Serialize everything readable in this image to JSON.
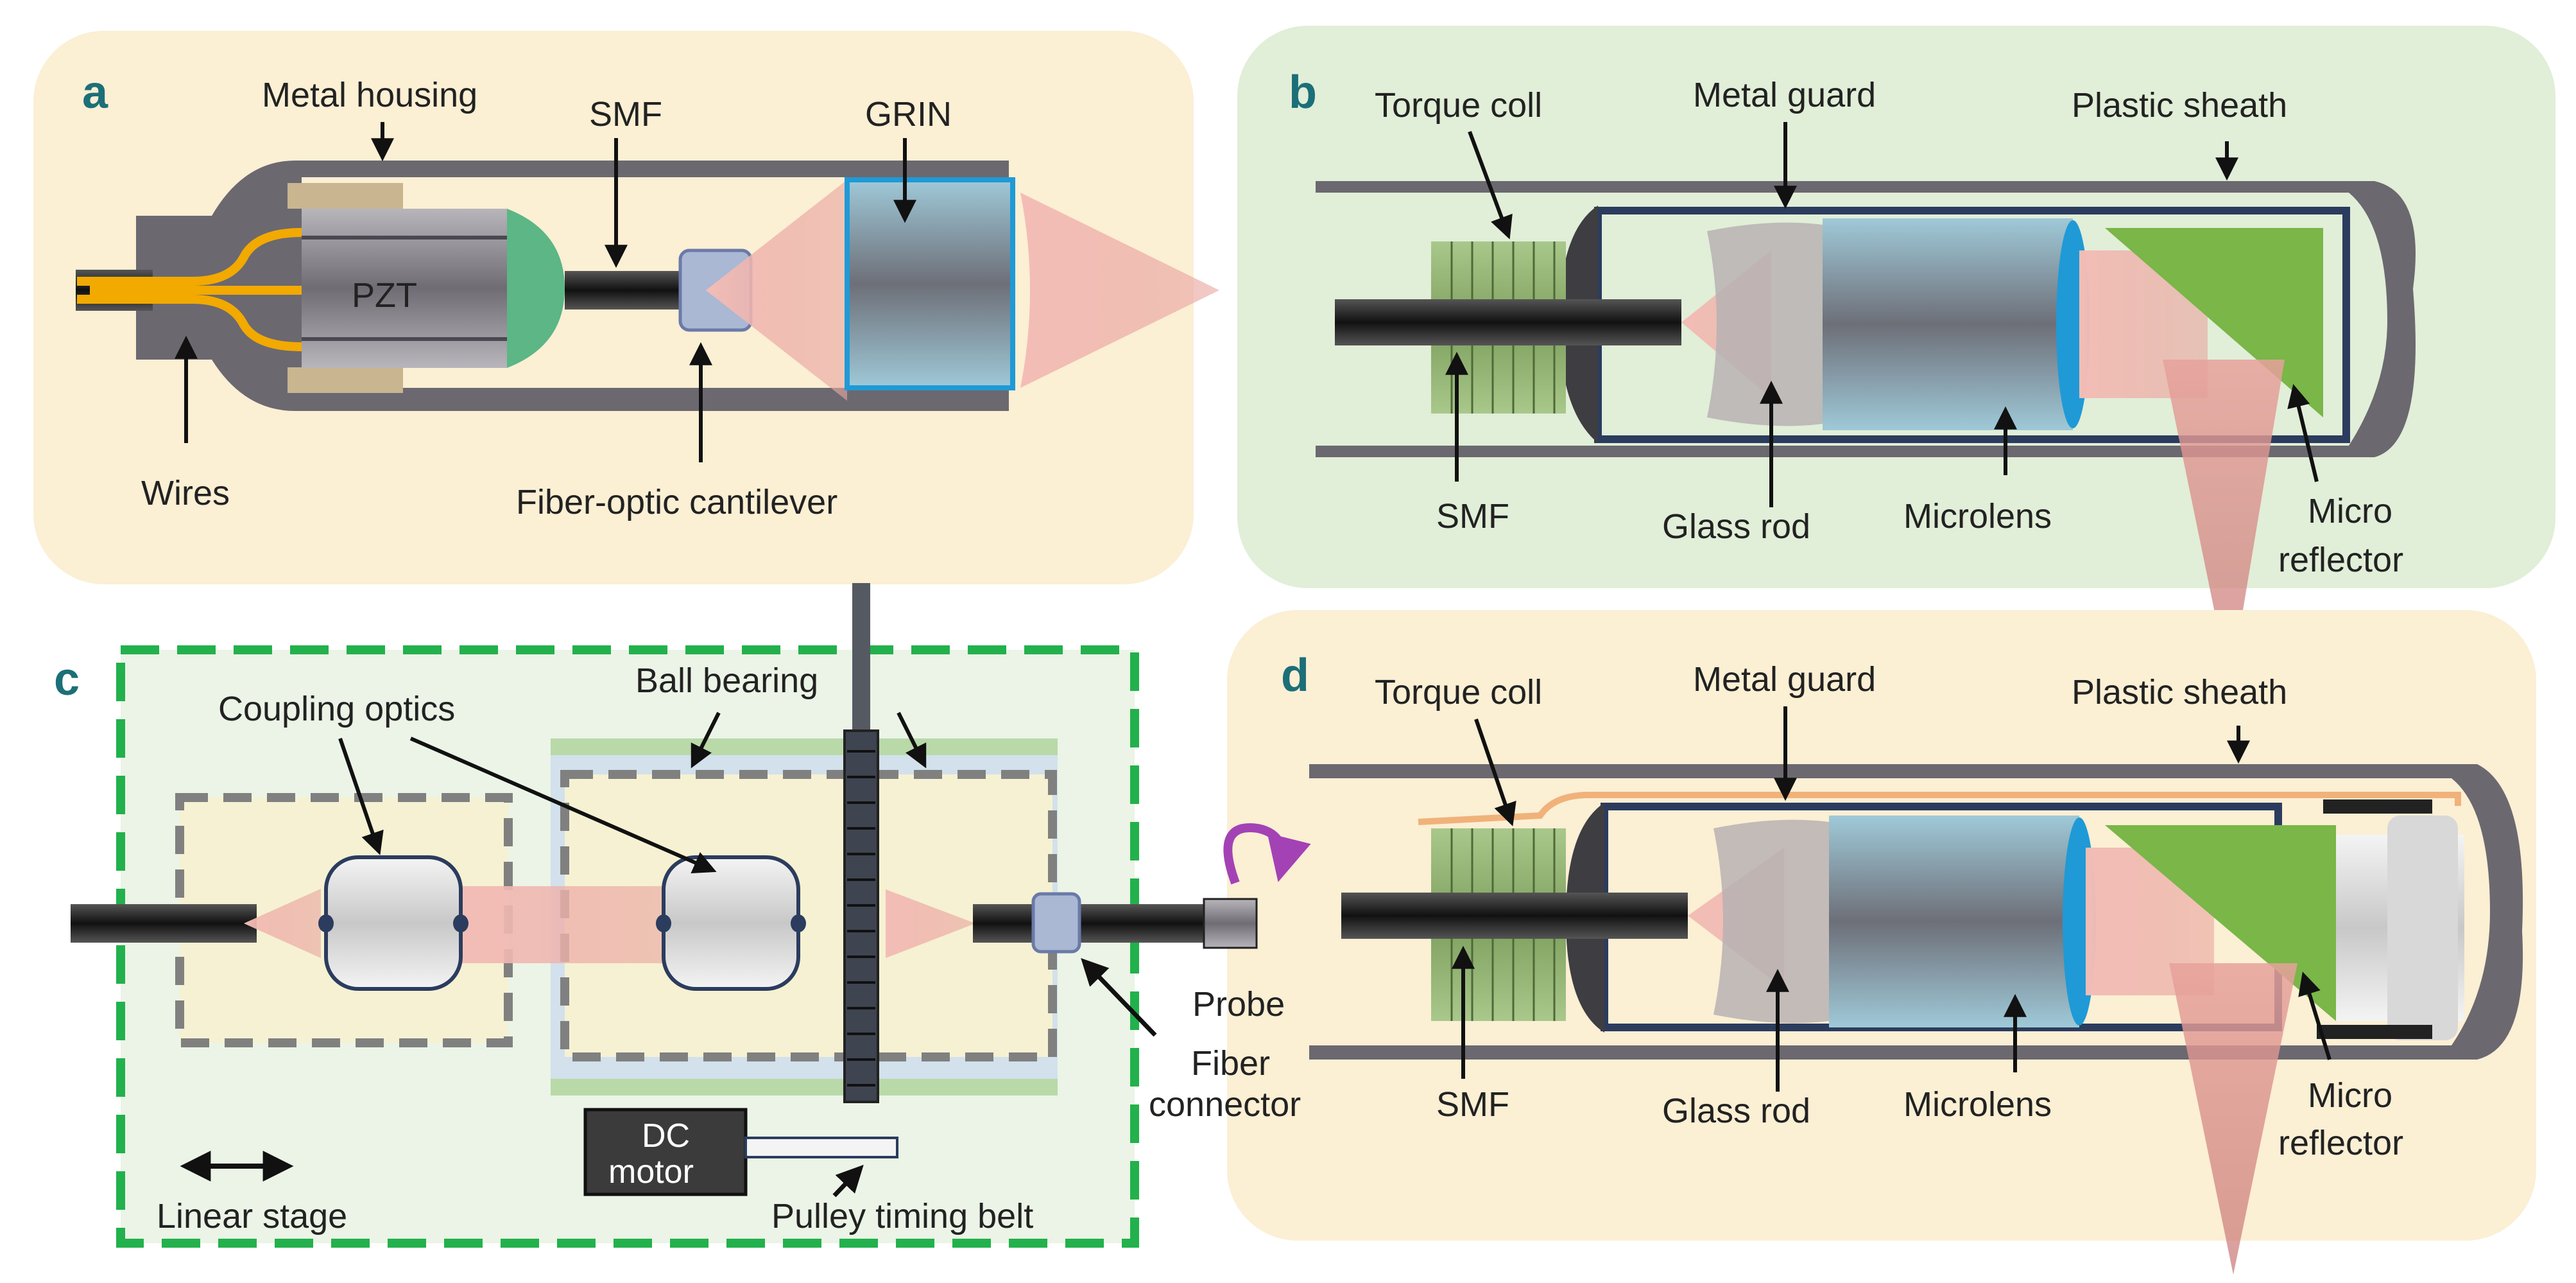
{
  "colors": {
    "panel_a_bg": "#fbefd4",
    "panel_b_bg": "#e1eed8",
    "panel_c_bg": "#ebf4e6",
    "panel_d_bg": "#fbefd4",
    "panel_letter": "#1c6f78",
    "housing_gray": "#6b6870",
    "green_dash": "#22b14c",
    "lens_blue": "#1f9ad6",
    "wire_orange": "#f2a900",
    "beam_pink": "#e9a6a0",
    "reflector_green": "#7ab648",
    "rotate_arrow": "#a342b5"
  },
  "panels": {
    "a": {
      "letter": "a",
      "labels": {
        "metal_housing": "Metal housing",
        "smf": "SMF",
        "grin": "GRIN",
        "pzt": "PZT",
        "wires": "Wires",
        "fiber_cantilever": "Fiber-optic cantilever"
      }
    },
    "b": {
      "letter": "b",
      "labels": {
        "torque_coil": "Torque coll",
        "metal_guard": "Metal guard",
        "plastic_sheath": "Plastic sheath",
        "smf": "SMF",
        "glass_rod": "Glass rod",
        "microlens": "Microlens",
        "micro_reflector_1": "Micro",
        "micro_reflector_2": "reflector"
      }
    },
    "c": {
      "letter": "c",
      "labels": {
        "coupling_optics": "Coupling optics",
        "ball_bearing": "Ball bearing",
        "probe": "Probe",
        "fiber_connector_1": "Fiber",
        "fiber_connector_2": "connector",
        "dc_motor_1": "DC",
        "dc_motor_2": "motor",
        "linear_stage": "Linear stage",
        "pulley": "Pulley timing belt"
      }
    },
    "d": {
      "letter": "d",
      "labels": {
        "torque_coil": "Torque coll",
        "metal_guard": "Metal guard",
        "plastic_sheath": "Plastic sheath",
        "smf": "SMF",
        "glass_rod": "Glass rod",
        "microlens": "Microlens",
        "micro_reflector_1": "Micro",
        "micro_reflector_2": "reflector"
      }
    }
  }
}
